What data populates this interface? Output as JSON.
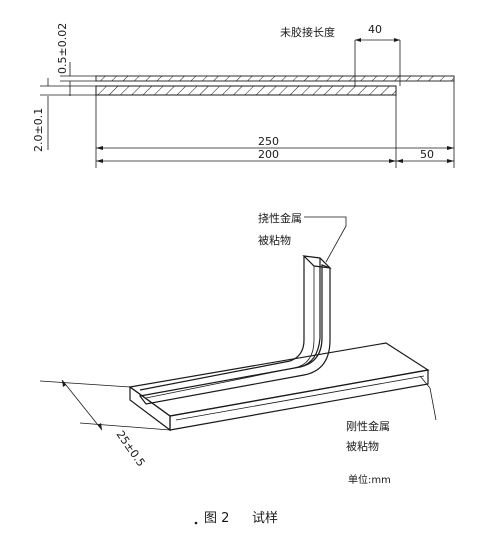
{
  "top_view": {
    "unglued_length_label": "未胶接长度",
    "dim_unglued": "40",
    "dim_thin_thickness": "0.5±0.02",
    "dim_thick_thickness": "2.0±0.1",
    "dim_total_length": "250",
    "dim_glued_length": "200",
    "dim_overhang": "50"
  },
  "iso_view": {
    "flexible_label_line1": "挠性金属",
    "flexible_label_line2": "被粘物",
    "rigid_label_line1": "刚性金属",
    "rigid_label_line2": "被粘物",
    "dim_width": "25±0.5"
  },
  "unit_label": "单位:mm",
  "caption": {
    "figure_no": "图 2",
    "title": "试样"
  }
}
